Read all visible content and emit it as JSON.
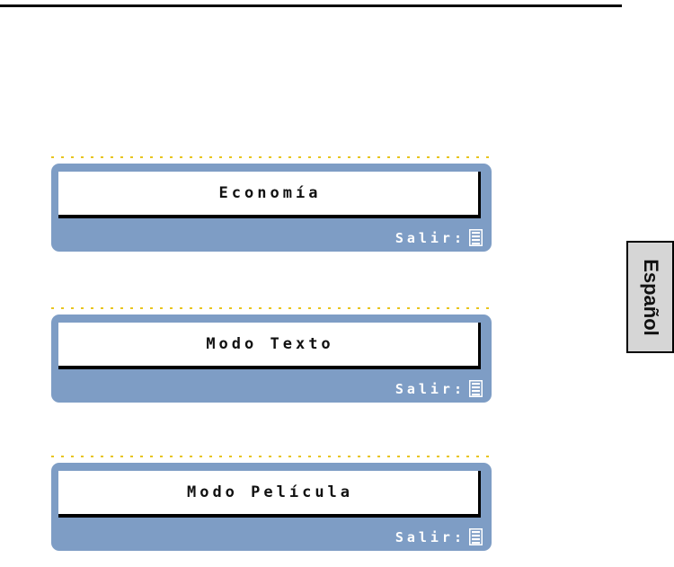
{
  "page": {
    "background_color": "#ffffff",
    "rule_color": "#000000",
    "card_color": "#7e9dc5",
    "guide_dot_color": "#e8c51e",
    "tab_color": "#d6d6d6"
  },
  "language_tab": {
    "label": "Español"
  },
  "cards": [
    {
      "title": "Economía",
      "footer_label": "Salir:",
      "footer_icon": "list-menu-icon"
    },
    {
      "title": "Modo Texto",
      "footer_label": "Salir:",
      "footer_icon": "list-menu-icon"
    },
    {
      "title": "Modo Película",
      "footer_label": "Salir:",
      "footer_icon": "list-menu-icon"
    }
  ]
}
